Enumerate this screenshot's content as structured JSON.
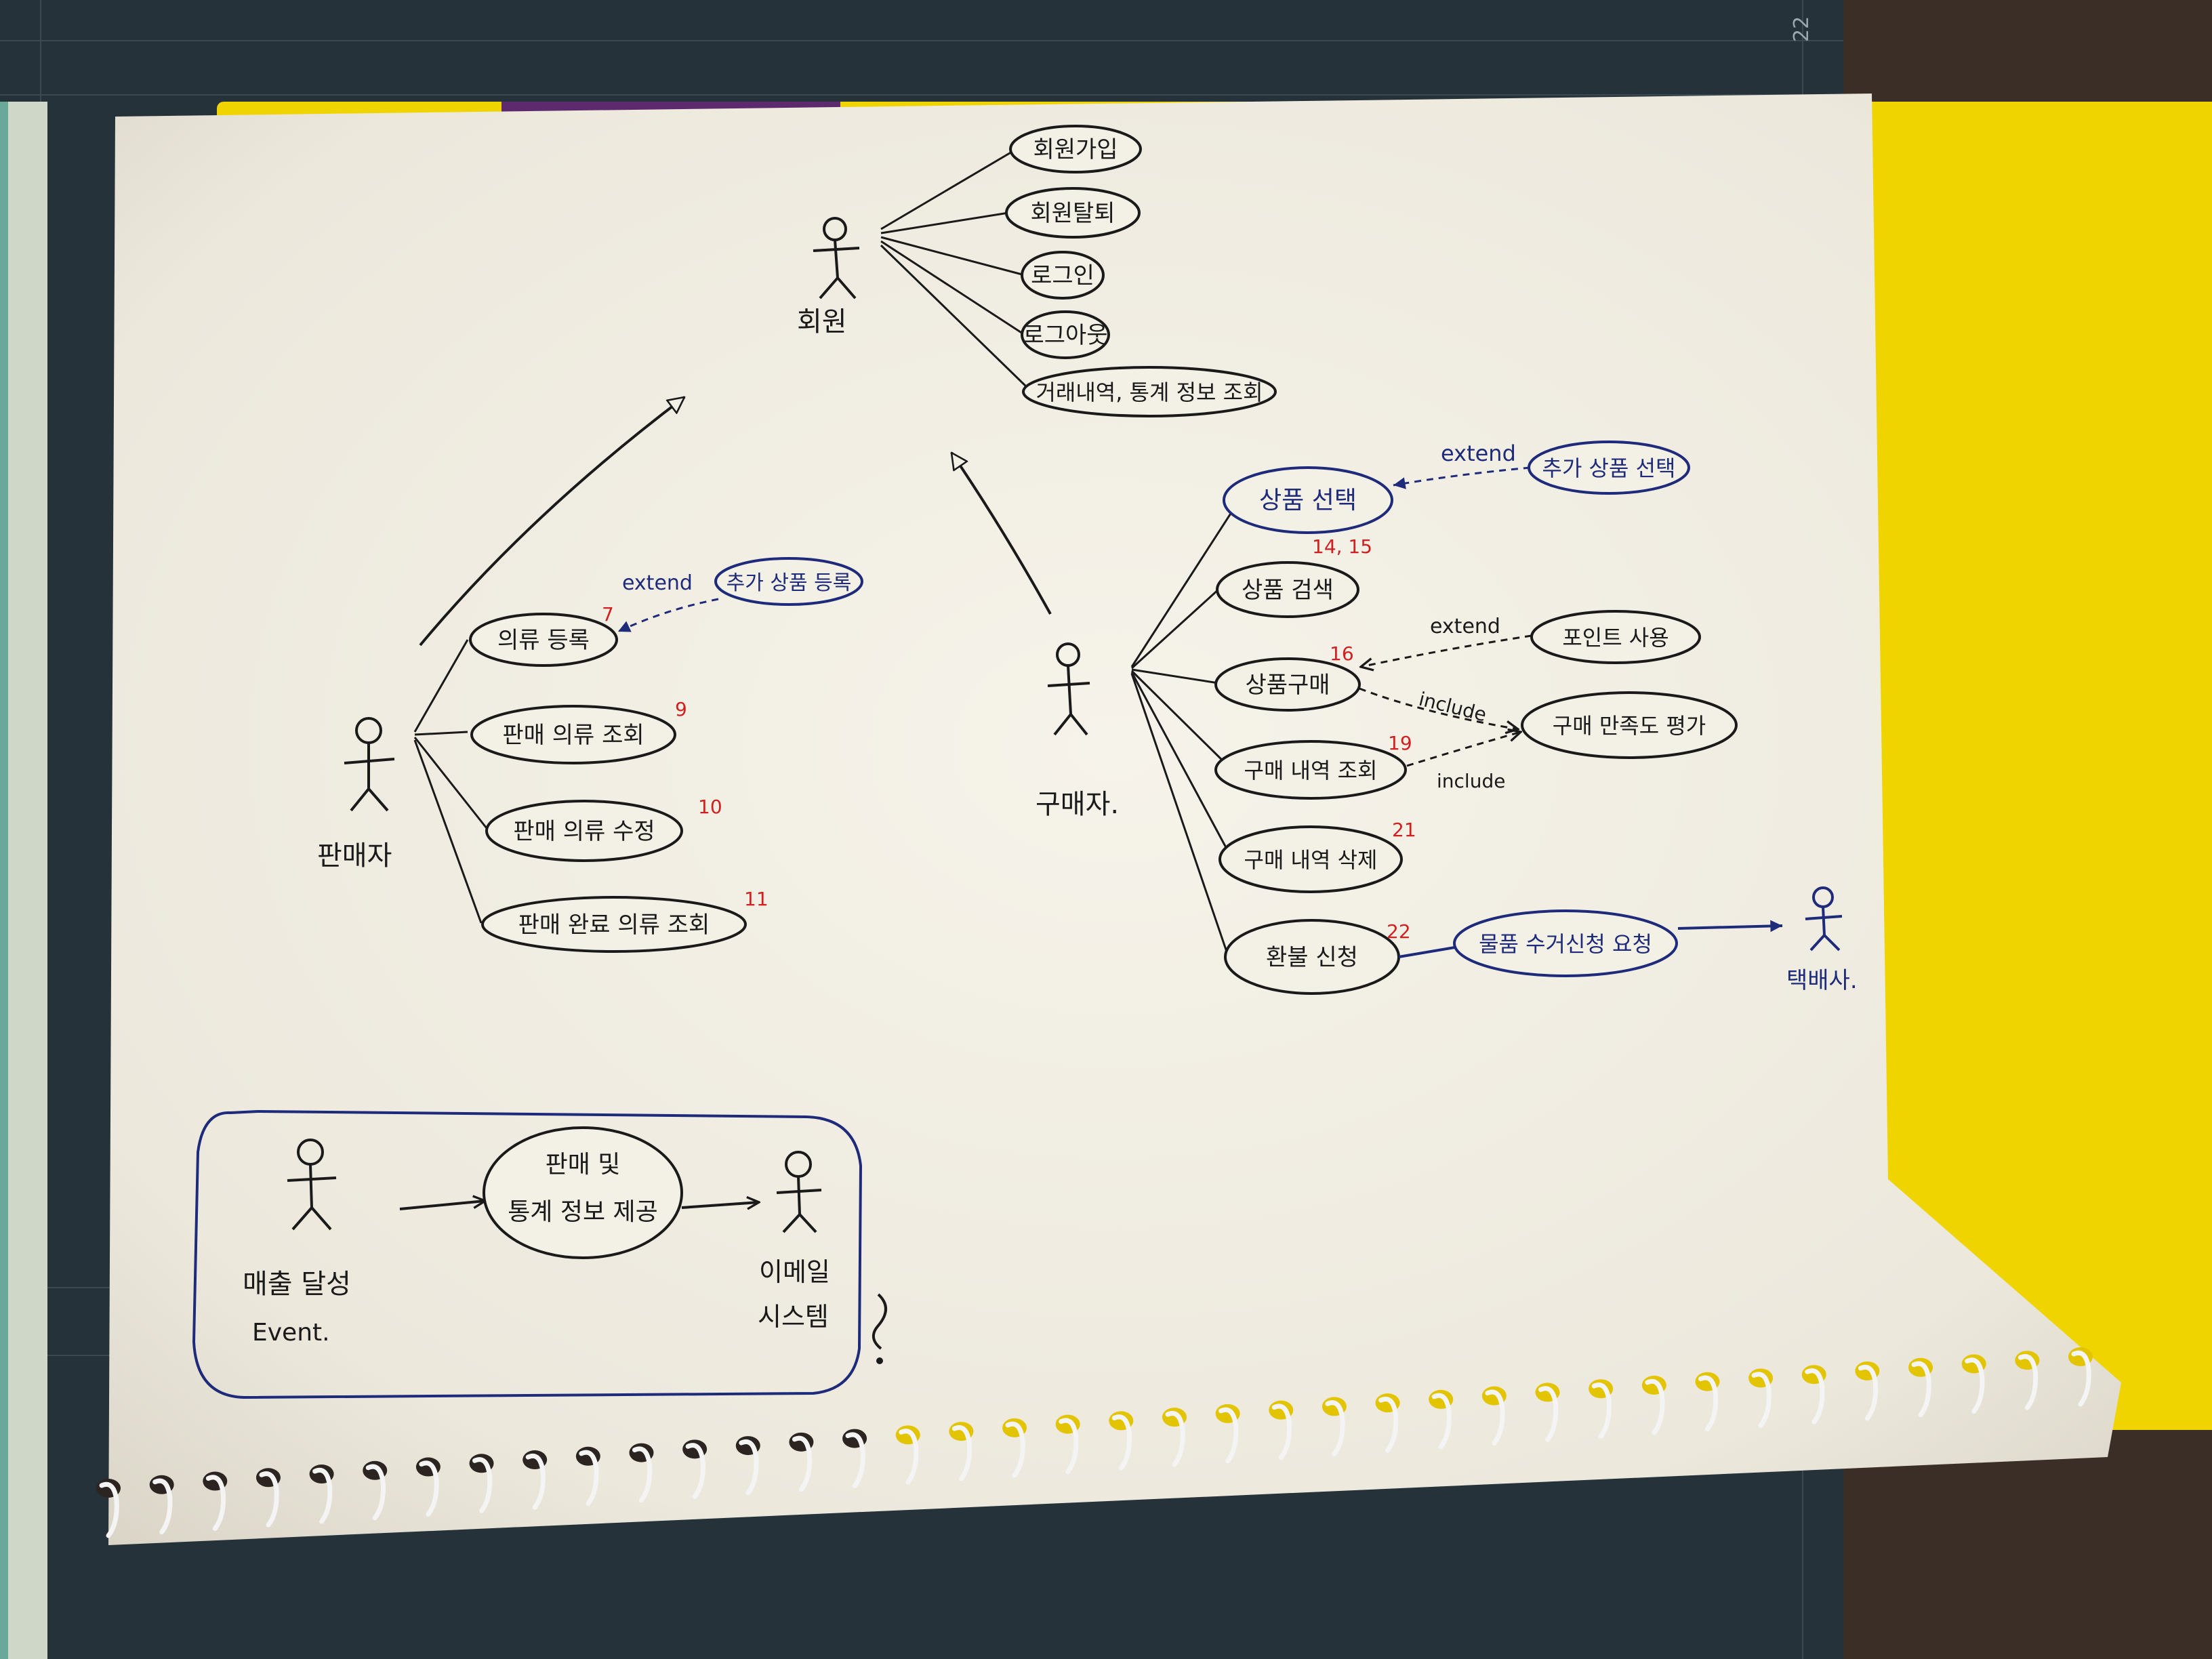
{
  "member": {
    "actor": "회원",
    "use_cases": [
      "회원가입",
      "회원탈퇴",
      "로그인",
      "로그아웃",
      "거래내역, 통계 정보 조회"
    ]
  },
  "seller": {
    "actor": "판매자",
    "use_cases": [
      "의류 등록",
      "판매 의류 조회",
      "판매 의류 수정",
      "판매 완료 의류 조회"
    ],
    "numbers": [
      "7",
      "9",
      "10",
      "11"
    ],
    "extend_label": "extend",
    "extend_case": "추가 상품 등록"
  },
  "buyer": {
    "actor": "구매자.",
    "use_cases": [
      "상품 선택",
      "상품 검색",
      "상품구매",
      "구매 내역 조회",
      "구매 내역 삭제",
      "환불 신청"
    ],
    "numbers": [
      "14, 15",
      "",
      "16",
      "19",
      "21",
      "22"
    ],
    "extend_label_1": "extend",
    "extend_case_1": "추가 상품 선택",
    "extend_label_2": "extend",
    "extend_case_2": "포인트 사용",
    "include_label_1": "include",
    "include_label_2": "include",
    "include_case": "구매 만족도 평가",
    "return_case": "물품 수거신청 요청",
    "courier_actor": "택배사."
  },
  "event_box": {
    "actor_label_1": "매출 달성",
    "actor_label_2": "Event.",
    "use_case_1": "판매 및",
    "use_case_2": "통계 정보 제공",
    "system_label_1": "이메일",
    "system_label_2": "시스템"
  },
  "ruler_mark": "22",
  "colors": {
    "paper": "#f3f0e6",
    "ink_black": "#1a1a1a",
    "ink_blue": "#1e2a7a",
    "ink_red": "#d02020",
    "folder_yellow": "#f0d400",
    "cutting_mat": "#26323a",
    "desk": "#3a2e26"
  }
}
